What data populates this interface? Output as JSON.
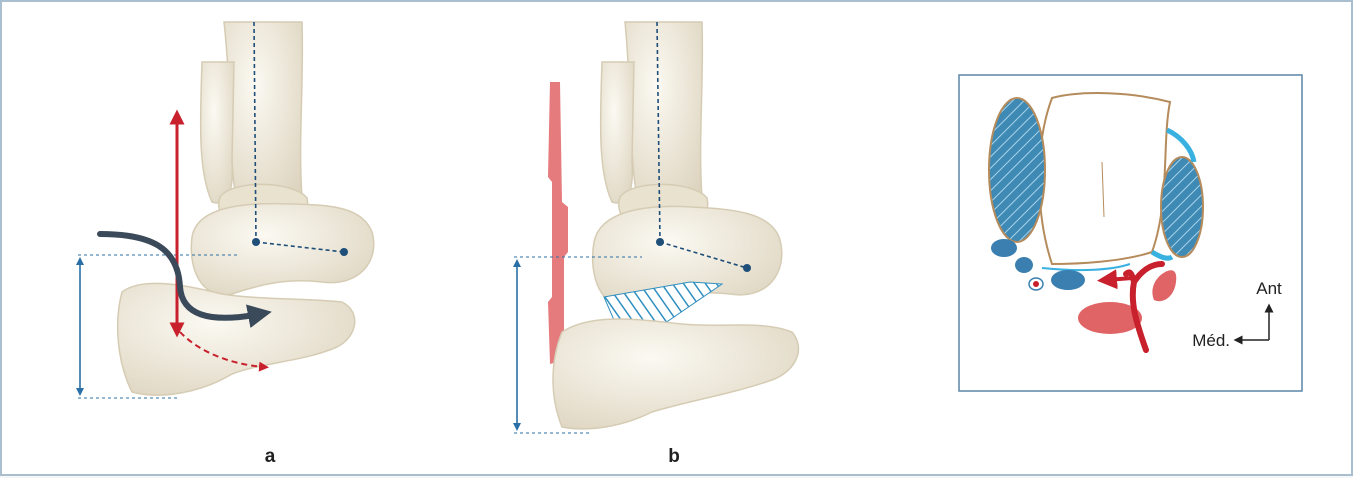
{
  "figure": {
    "panels": [
      {
        "id": "a",
        "label": "a"
      },
      {
        "id": "b",
        "label": "b"
      }
    ],
    "inset": {
      "orientation": {
        "anterior_label": "Ant",
        "medial_label": "Méd."
      }
    },
    "colors": {
      "bone": "#ece6d6",
      "bone_outline": "#d6ccb4",
      "artery": "#c8202c",
      "muscle": "#e06466",
      "ligament": "#2f7fa8",
      "nerve_arrow": "#3a4a5a",
      "axis_line": "#1f4e79",
      "measure": "#2a6fa6"
    }
  }
}
